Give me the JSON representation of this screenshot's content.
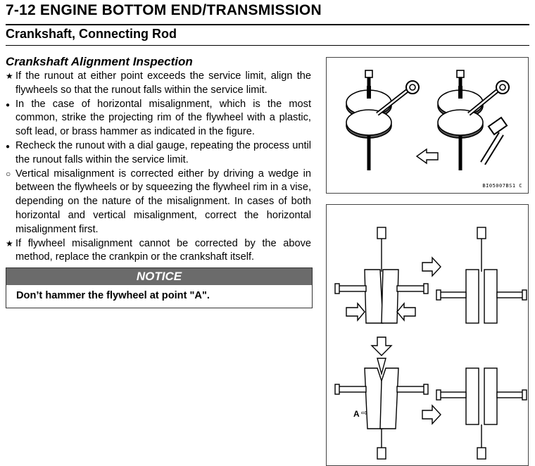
{
  "header": {
    "title": "7-12 ENGINE BOTTOM END/TRANSMISSION"
  },
  "section": {
    "title": "Crankshaft, Connecting Rod"
  },
  "subsection": {
    "title": "Crankshaft Alignment Inspection"
  },
  "items": [
    {
      "marker": "star",
      "text": "If the runout at either point exceeds the service limit, align the flywheels so that the runout falls within the service limit."
    },
    {
      "marker": "bullet",
      "text": "In the case of horizontal misalignment, which is the most common, strike the projecting rim of the flywheel with a plastic, soft lead, or brass hammer as indicated in the figure."
    },
    {
      "marker": "bullet",
      "text": "Recheck the runout with a dial gauge, repeating the process until the runout falls within the service limit."
    },
    {
      "marker": "circle",
      "text": "Vertical misalignment is corrected either by driving a wedge in between the flywheels or by squeezing the flywheel rim in a vise, depending on the nature of the misalignment.  In cases of both horizontal and vertical misalignment, correct the horizontal misalignment first."
    },
    {
      "marker": "star",
      "text": "If flywheel misalignment cannot be corrected by the above method, replace the crankpin or the crankshaft itself."
    }
  ],
  "notice": {
    "heading": "NOTICE",
    "body": "Don’t hammer the flywheel at point \"A\"."
  },
  "figure1": {
    "code": "BI05007BS1  C"
  },
  "figure2": {
    "label_a": "A"
  }
}
